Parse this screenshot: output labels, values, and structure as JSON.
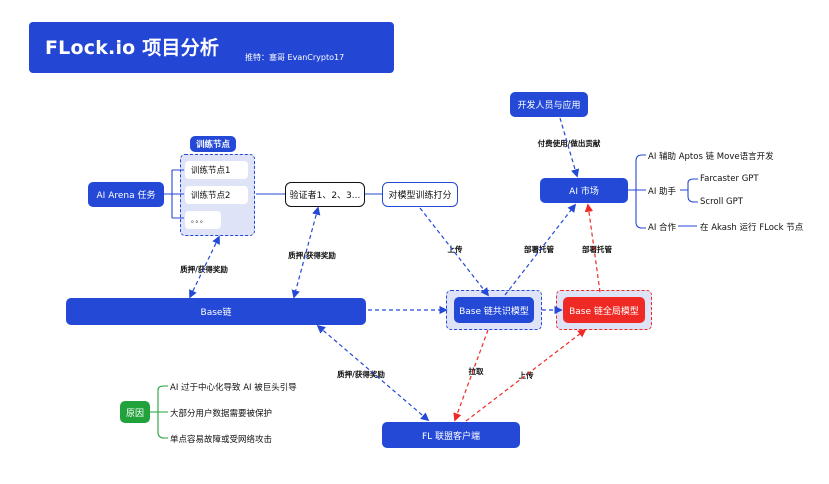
{
  "header": {
    "title": "FLock.io 项目分析",
    "subtitle": "推特：塞哥 EvanCrypto17"
  },
  "nodes": {
    "dev_users": "开发人员与应用",
    "ai_market": "AI 市场",
    "ai_arena": "AI Arena 任务",
    "training_group_title": "训练节点",
    "training_node_1": "训练节点1",
    "training_node_2": "训练节点2",
    "training_more": "。。。",
    "validators": "验证者1、2、3...",
    "score_models": "对模型训练打分",
    "base_chain": "Base链",
    "base_consensus_model": "Base 链共识模型",
    "base_global_model": "Base 链全局模型",
    "fl_client": "FL 联盟客户端",
    "reasons": "原因"
  },
  "ai_market_branches": [
    {
      "label": "AI 辅助 Aptos 链 Move语言开发"
    },
    {
      "label": "AI 助手",
      "children": [
        "Farcaster GPT",
        "Scroll GPT"
      ]
    },
    {
      "label": "AI 合作",
      "detail": "在 Akash 运行 FLock 节点"
    }
  ],
  "reasons_list": [
    "AI 过于中心化导致 AI 被巨头引导",
    "大部分用户数据需要被保护",
    "单点容易故障或受网络攻击"
  ],
  "edge_labels": {
    "pay_contribute": "付费使用/做出贡献",
    "stake_reward_training": "质押/获得奖励",
    "stake_reward_validators": "质押/获得奖励",
    "upload_consensus": "上传",
    "deploy_consensus": "部署托管",
    "deploy_global": "部署托管",
    "pull": "拉取",
    "upload_global": "上传",
    "stake_reward_fl": "质押/获得奖励"
  },
  "colors": {
    "primary_blue": "#2349d6",
    "red": "#ef2a25",
    "green": "#21a23a",
    "group_fill": "#dfe3f7"
  }
}
